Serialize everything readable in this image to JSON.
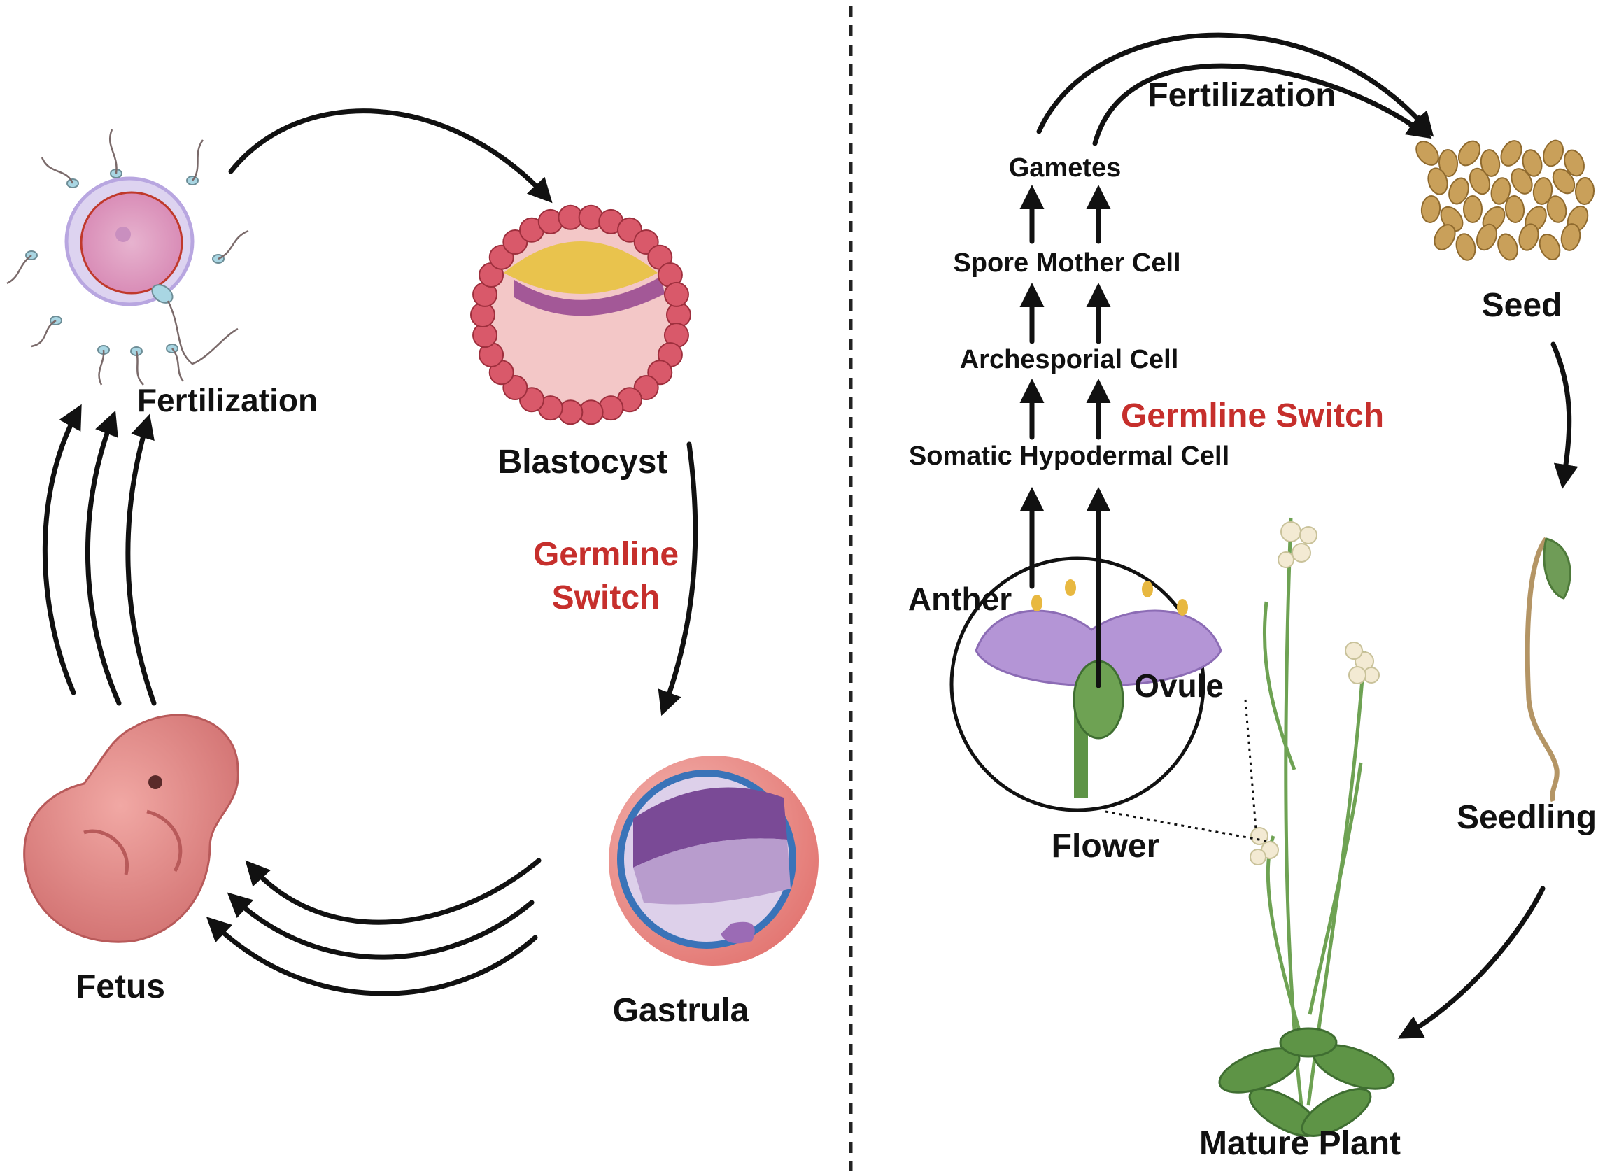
{
  "animal": {
    "fertilization": "Fertilization",
    "blastocyst": "Blastocyst",
    "germline_line1": "Germline",
    "germline_line2": "Switch",
    "gastrula": "Gastrula",
    "fetus": "Fetus"
  },
  "plant": {
    "fertilization": "Fertilization",
    "gametes": "Gametes",
    "spore_mother_cell": "Spore Mother Cell",
    "archesporial_cell": "Archesporial Cell",
    "germline_switch": "Germline Switch",
    "somatic_hypodermal_cell": "Somatic Hypodermal Cell",
    "anther": "Anther",
    "ovule": "Ovule",
    "flower": "Flower",
    "seed": "Seed",
    "seedling": "Seedling",
    "mature_plant": "Mature Plant"
  },
  "colors": {
    "label_red": "#c62f2c",
    "arrow": "#111111",
    "blastocyst_cell": "#d9596a",
    "inner_cell_mass": "#e8c24a",
    "petal": "#b495d6",
    "seed": "#c9a05a",
    "leaf": "#5e9446",
    "fetus": "#e38a8a"
  },
  "icons": [
    "egg-sperm-illustration",
    "blastocyst-illustration",
    "gastrula-illustration",
    "fetus-illustration",
    "flower-illustration",
    "seed-illustration",
    "seedling-illustration",
    "plant-illustration"
  ]
}
